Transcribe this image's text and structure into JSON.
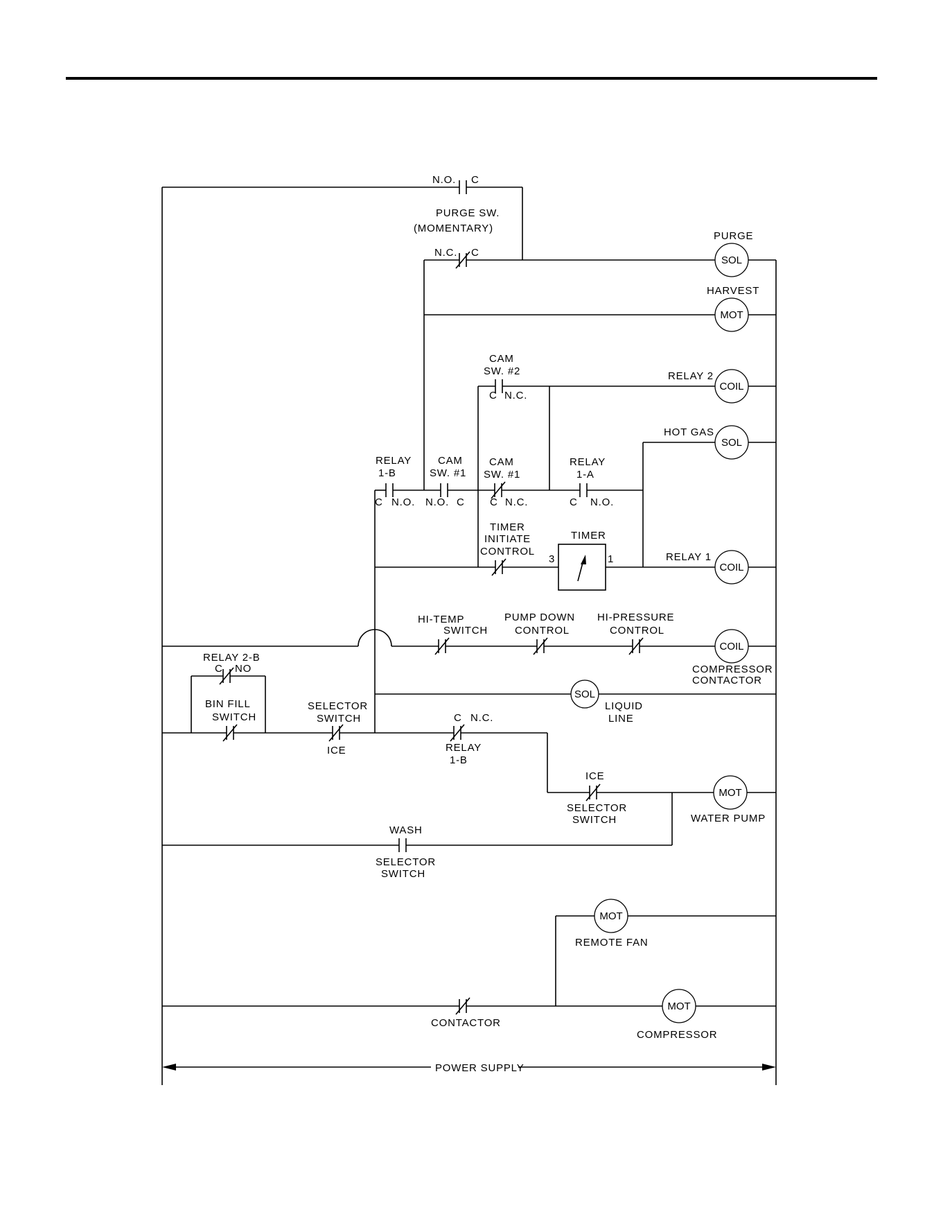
{
  "contacts": {
    "no": "N.O.",
    "c": "C",
    "nc": "N.C.",
    "no2": "NO"
  },
  "purge_sw": [
    "PURGE SW.",
    "(MOMENTARY)"
  ],
  "loads": {
    "purge": "PURGE",
    "sol": "SOL",
    "harvest": "HARVEST",
    "mot": "MOT",
    "relay2": "RELAY 2",
    "coil": "COIL",
    "hot_gas": "HOT GAS",
    "relay1": "RELAY 1",
    "compressor_contactor": [
      "COMPRESSOR",
      "CONTACTOR"
    ],
    "liquid_line": [
      "LIQUID",
      "LINE"
    ],
    "water_pump": "WATER PUMP",
    "remote_fan": "REMOTE FAN",
    "compressor": "COMPRESSOR"
  },
  "switches": {
    "cam_sw2": [
      "CAM",
      "SW. #2"
    ],
    "relay_1b_top": [
      "RELAY",
      "1-B"
    ],
    "cam_sw1": [
      "CAM",
      "SW. #1"
    ],
    "relay_1a": [
      "RELAY",
      "1-A"
    ],
    "timer_initiate": [
      "TIMER",
      "INITIATE",
      "CONTROL"
    ],
    "timer": "TIMER",
    "timer_t3": "3",
    "timer_t1": "1",
    "hi_temp": [
      "HI-TEMP",
      "SWITCH"
    ],
    "pump_down": [
      "PUMP DOWN",
      "CONTROL"
    ],
    "hi_pressure": [
      "HI-PRESSURE",
      "CONTROL"
    ],
    "relay_2b": [
      "RELAY 2-B"
    ],
    "bin_fill": [
      "BIN FILL",
      "SWITCH"
    ],
    "selector": [
      "SELECTOR",
      "SWITCH"
    ],
    "ice": "ICE",
    "relay_1b_bot": [
      "RELAY",
      "1-B"
    ],
    "wash": "WASH",
    "contactor": "CONTACTOR"
  },
  "power_supply": "POWER SUPPLY"
}
